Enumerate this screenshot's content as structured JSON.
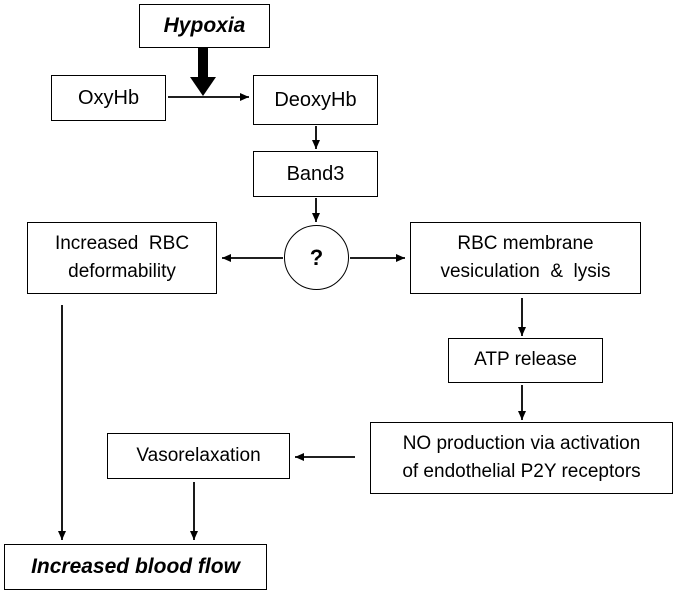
{
  "diagram": {
    "nodes": {
      "hypoxia": "Hypoxia",
      "oxyhb": "OxyHb",
      "deoxyhb": "DeoxyHb",
      "band3": "Band3",
      "unknown": "?",
      "rbc_deformability": [
        "Increased  RBC",
        "deformability"
      ],
      "vesiculation": [
        "RBC membrane",
        "vesiculation  &  lysis"
      ],
      "atp_release": "ATP release",
      "no_production": [
        "NO production via activation",
        "of endothelial P2Y receptors"
      ],
      "vasorelaxation": "Vasorelaxation",
      "blood_flow": "Increased blood flow"
    },
    "edges": [
      {
        "from": "hypoxia",
        "to": "oxyhb-to-deoxyhb",
        "style": "thick"
      },
      {
        "from": "oxyhb",
        "to": "deoxyhb"
      },
      {
        "from": "deoxyhb",
        "to": "band3"
      },
      {
        "from": "band3",
        "to": "unknown"
      },
      {
        "from": "unknown",
        "to": "rbc_deformability"
      },
      {
        "from": "unknown",
        "to": "vesiculation"
      },
      {
        "from": "vesiculation",
        "to": "atp_release"
      },
      {
        "from": "atp_release",
        "to": "no_production"
      },
      {
        "from": "no_production",
        "to": "vasorelaxation"
      },
      {
        "from": "vasorelaxation",
        "to": "blood_flow"
      },
      {
        "from": "rbc_deformability",
        "to": "blood_flow"
      }
    ]
  }
}
